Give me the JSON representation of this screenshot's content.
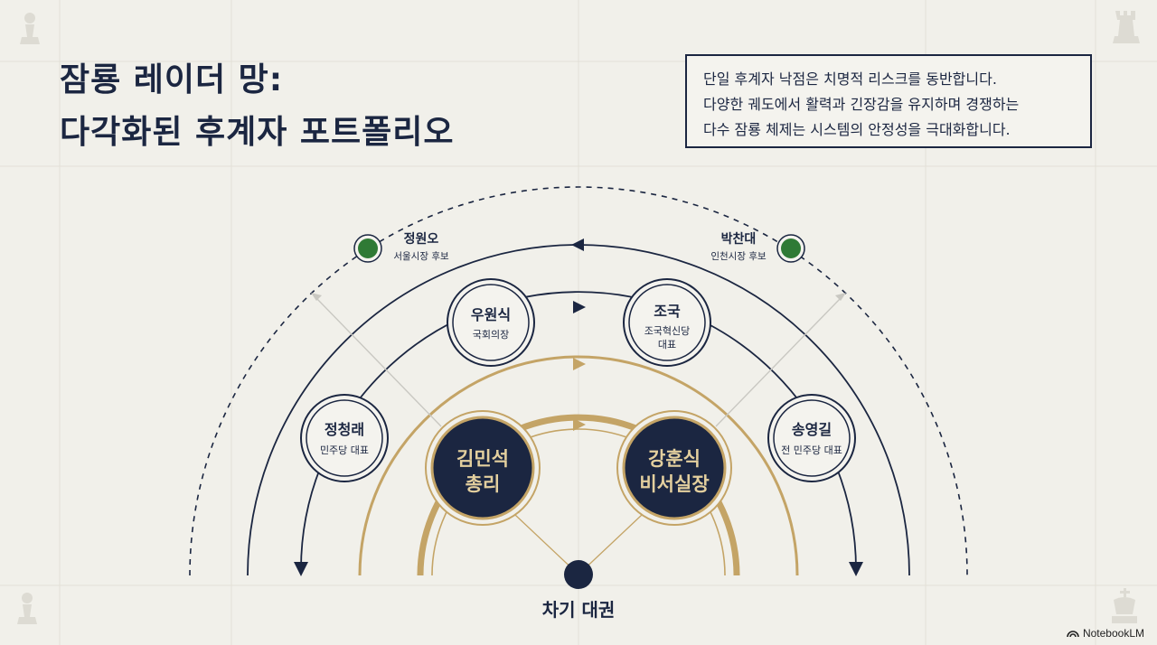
{
  "title": {
    "line1": "잠룡 레이더 망:",
    "line2": "다각화된 후계자 포트폴리오"
  },
  "callout": {
    "line1": "단일 후계자 낙점은 치명적 리스크를 동반합니다.",
    "line2": "다양한 궤도에서  활력과 긴장감을 유지하며 경쟁하는",
    "line3": "다수 잠룡 체제는 시스템의 안정성을 극대화합니다."
  },
  "center": {
    "label": "차기 대권"
  },
  "inner_candidates": [
    {
      "name_line1": "김민석",
      "name_line2": "총리"
    },
    {
      "name_line1": "강훈식",
      "name_line2": "비서실장"
    }
  ],
  "middle_candidates": [
    {
      "name": "정청래",
      "role": "민주당 대표"
    },
    {
      "name": "우원식",
      "role": "국회의장"
    },
    {
      "name": "조국",
      "role_line1": "조국혁신당",
      "role_line2": "대표"
    },
    {
      "name": "송영길",
      "role": "전 민주당 대표"
    }
  ],
  "outer_candidates": [
    {
      "name": "정원오",
      "role": "서울시장 후보"
    },
    {
      "name": "박찬대",
      "role": "인천시장 후보"
    }
  ],
  "colors": {
    "navy": "#1b2641",
    "gold": "#c4a466",
    "green": "#2f7a35",
    "background": "#f1f0ea"
  },
  "brand": {
    "label": "NotebookLM"
  }
}
